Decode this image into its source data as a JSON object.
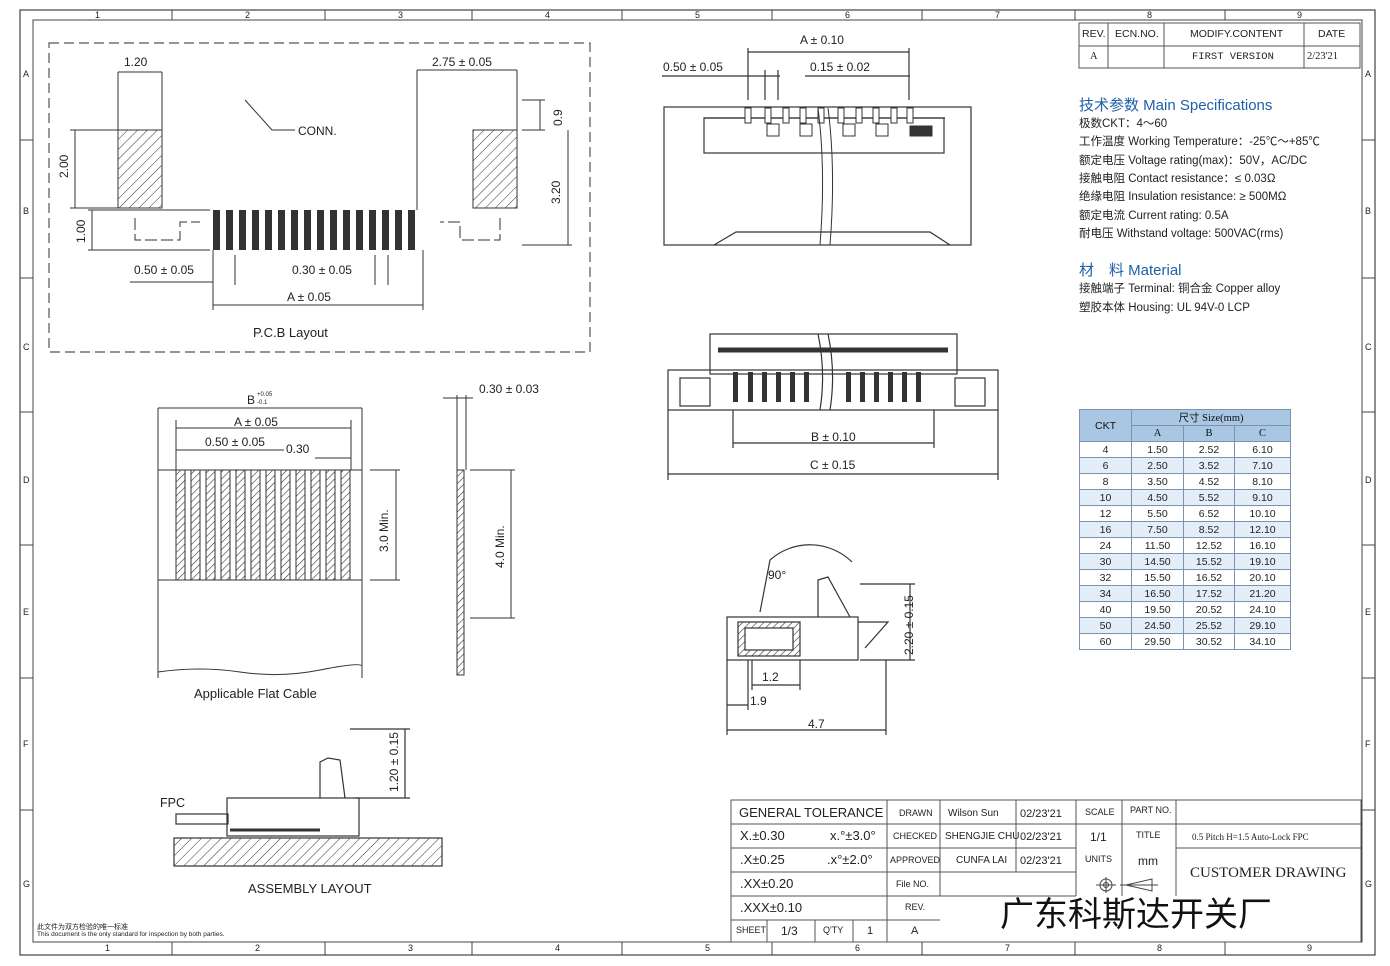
{
  "border": {
    "cols": [
      "1",
      "2",
      "3",
      "4",
      "5",
      "6",
      "7",
      "8",
      "9"
    ],
    "rows": [
      "A",
      "B",
      "C",
      "D",
      "E",
      "F",
      "G"
    ]
  },
  "revision": {
    "headers": [
      "REV.",
      "ECN.NO.",
      "MODIFY.CONTENT",
      "DATE"
    ],
    "row": [
      "A",
      "",
      "FIRST VERSION",
      "2/23'21"
    ]
  },
  "specs": {
    "title": "技术参数 Main Specifications",
    "lines": [
      "极数CKT：4～60",
      "工作温度 Working Temperature：-25℃～+85℃",
      "额定电压 Voltage rating(max)：50V，AC/DC",
      "接触电阻 Contact resistance：≤ 0.03Ω",
      "绝缘电阻 Insulation resistance: ≥ 500MΩ",
      "额定电流 Current rating: 0.5A",
      "耐电压 Withstand voltage: 500VAC(rms)"
    ]
  },
  "material": {
    "title": "材　料 Material",
    "lines": [
      "接触端子 Terminal: 铜合金 Copper alloy",
      "塑胶本体 Housing: UL 94V-0 LCP"
    ]
  },
  "size_table": {
    "ckt_header": "CKT",
    "group_header": "尺寸 Size(mm)",
    "cols": [
      "A",
      "B",
      "C"
    ],
    "rows": [
      [
        "4",
        "1.50",
        "2.52",
        "6.10"
      ],
      [
        "6",
        "2.50",
        "3.52",
        "7.10"
      ],
      [
        "8",
        "3.50",
        "4.52",
        "8.10"
      ],
      [
        "10",
        "4.50",
        "5.52",
        "9.10"
      ],
      [
        "12",
        "5.50",
        "6.52",
        "10.10"
      ],
      [
        "16",
        "7.50",
        "8.52",
        "12.10"
      ],
      [
        "24",
        "11.50",
        "12.52",
        "16.10"
      ],
      [
        "30",
        "14.50",
        "15.52",
        "19.10"
      ],
      [
        "32",
        "15.50",
        "16.52",
        "20.10"
      ],
      [
        "34",
        "16.50",
        "17.52",
        "21.20"
      ],
      [
        "40",
        "19.50",
        "20.52",
        "24.10"
      ],
      [
        "50",
        "24.50",
        "25.52",
        "29.10"
      ],
      [
        "60",
        "29.50",
        "30.52",
        "34.10"
      ]
    ]
  },
  "pcb": {
    "d120": "1.20",
    "d275": "2.75 ± 0.05",
    "conn": "CONN.",
    "d09": "0.9",
    "d200": "2.00",
    "d320": "3.20",
    "d100": "1.00",
    "d050": "0.50 ± 0.05",
    "d030": "0.30 ± 0.05",
    "dA": "A ± 0.05",
    "label": "P.C.B Layout"
  },
  "cable": {
    "dB": "B",
    "dB_tol_up": "+0.05",
    "dB_tol_dn": "-0.1",
    "dA": "A ± 0.05",
    "d050": "0.50 ± 0.05",
    "d030": "0.30",
    "d30min": "3.0 Min.",
    "thick": "0.30 ± 0.03",
    "d40min": "4.0 Min.",
    "label": "Applicable Flat Cable"
  },
  "top_view": {
    "dA": "A ± 0.10",
    "d050": "0.50 ± 0.05",
    "d015": "0.15 ± 0.02"
  },
  "front_view": {
    "dB": "B ± 0.10",
    "dC": "C ± 0.15"
  },
  "side_view": {
    "angle": "90°",
    "d12": "1.2",
    "d19": "1.9",
    "d47": "4.7",
    "d220": "2.20 ± 0.15"
  },
  "assembly": {
    "fpc": "FPC",
    "d120": "1.20 ± 0.15",
    "label": "ASSEMBLY LAYOUT"
  },
  "title_block": {
    "gt": "GENERAL  TOLERANCE",
    "tol": [
      "X.±0.30",
      ".X±0.25",
      ".XX±0.20",
      ".XXX±0.10"
    ],
    "ang1": "x.°±3.0°",
    "ang2": ".x°±2.0°",
    "drawn": "DRAWN",
    "drawn_name": "Wilson Sun",
    "drawn_date": "02/23'21",
    "checked": "CHECKED",
    "checked_name": "SHENGJIE  CHU",
    "checked_date": "02/23'21",
    "approved": "APPROVED",
    "approved_name": "CUNFA  LAI",
    "approved_date": "02/23'21",
    "scale": "SCALE",
    "scale_val": "1/1",
    "units": "UNITS",
    "units_val": "mm",
    "part": "PART NO.",
    "title": "TITLE",
    "title_val": "0.5 Pitch H=1.5 Auto-Lock FPC",
    "fileno": "File  NO.",
    "rev": "REV.",
    "rev_val": "A",
    "sheet": "SHEET",
    "sheet_val": "1/3",
    "qty": "Q'TY",
    "qty_val": "1",
    "customer": "CUSTOMER  DRAWING",
    "company": "广东科斯达开关厂"
  },
  "footnote": {
    "cn": "此文件为双方检验的唯一标准",
    "en": "This document is the only standard for inspection by both parties."
  }
}
